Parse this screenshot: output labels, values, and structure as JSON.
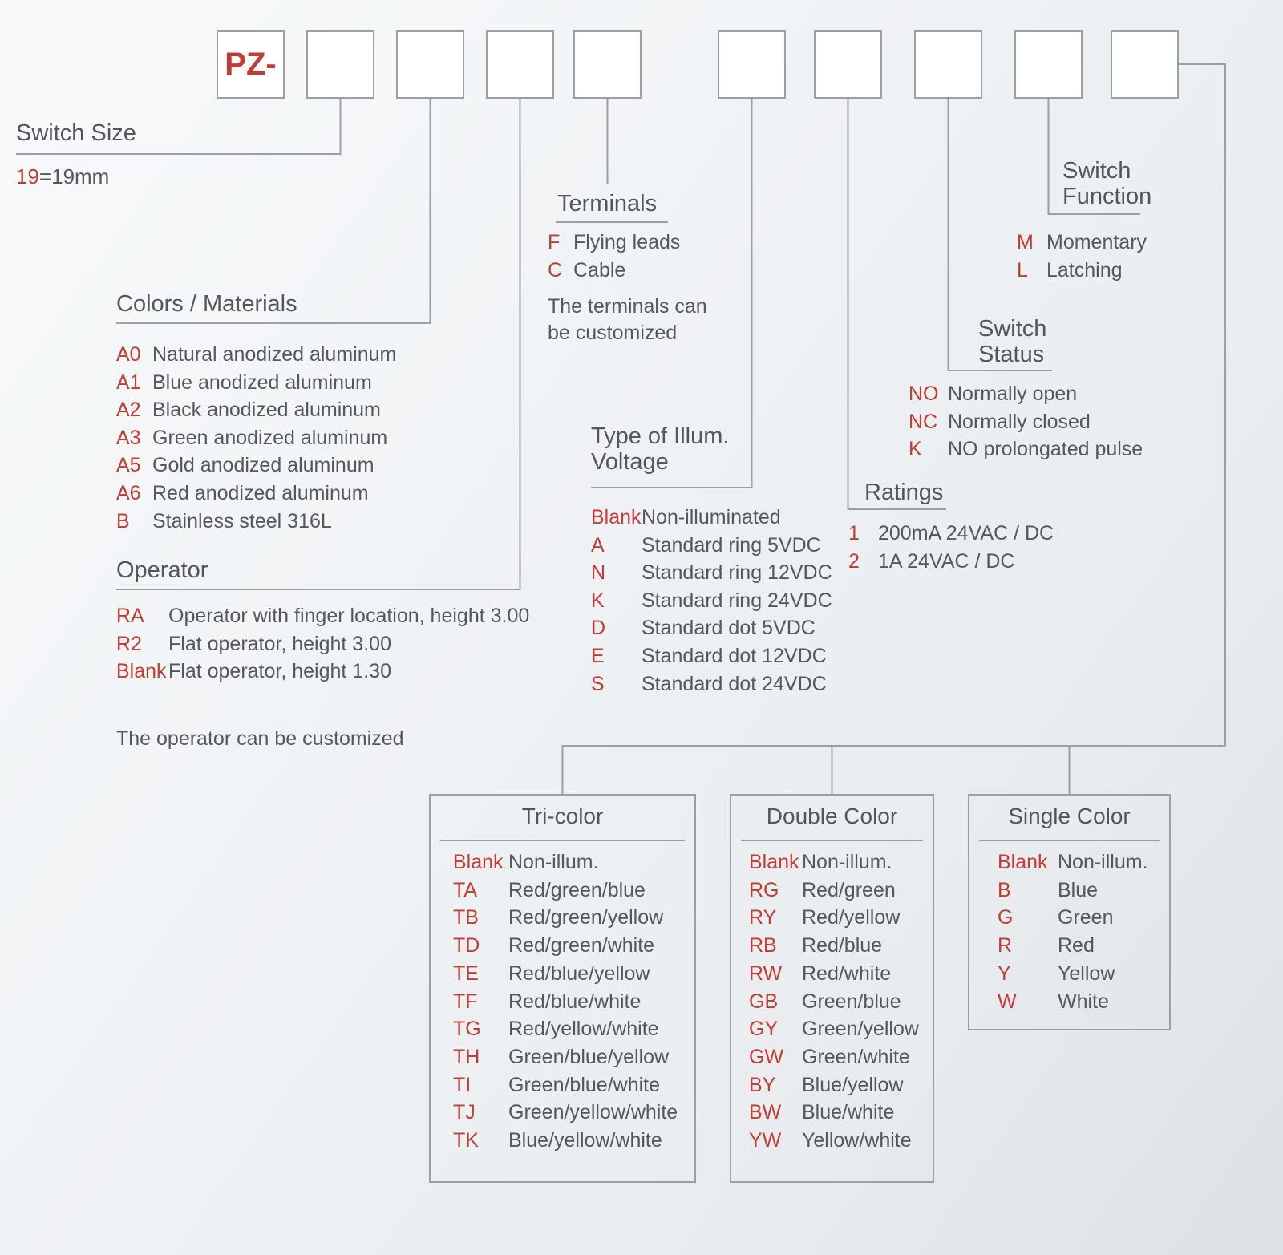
{
  "colors": {
    "accent": "#c43b33",
    "text": "#54575c",
    "line": "#9ba0a5",
    "box_fill": "#ffffff"
  },
  "prefix_label": "PZ-",
  "switch_size": {
    "title": "Switch Size",
    "code": "19",
    "desc": "=19mm"
  },
  "colors_materials": {
    "title": "Colors / Materials",
    "items": [
      {
        "code": "A0",
        "desc": "Natural anodized aluminum"
      },
      {
        "code": "A1",
        "desc": "Blue anodized aluminum"
      },
      {
        "code": "A2",
        "desc": "Black anodized aluminum"
      },
      {
        "code": "A3",
        "desc": "Green anodized aluminum"
      },
      {
        "code": "A5",
        "desc": "Gold anodized aluminum"
      },
      {
        "code": "A6",
        "desc": "Red anodized aluminum"
      },
      {
        "code": "B",
        "desc": "Stainless steel 316L"
      }
    ]
  },
  "operator": {
    "title": "Operator",
    "items": [
      {
        "code": "RA",
        "desc": "Operator with finger location, height 3.00"
      },
      {
        "code": "R2",
        "desc": "Flat operator, height 3.00"
      },
      {
        "code": "Blank",
        "desc": "Flat operator, height 1.30"
      }
    ],
    "note": "The operator can be customized"
  },
  "terminals": {
    "title": "Terminals",
    "items": [
      {
        "code": "F",
        "desc": "Flying leads"
      },
      {
        "code": "C",
        "desc": "Cable"
      }
    ],
    "note": "The terminals can be customized"
  },
  "illumination": {
    "title_line1": "Type of Illum.",
    "title_line2": "Voltage",
    "items": [
      {
        "code": "Blank",
        "desc": "Non-illuminated"
      },
      {
        "code": "A",
        "desc": "Standard ring 5VDC"
      },
      {
        "code": "N",
        "desc": "Standard ring 12VDC"
      },
      {
        "code": "K",
        "desc": "Standard ring 24VDC"
      },
      {
        "code": "D",
        "desc": "Standard dot 5VDC"
      },
      {
        "code": "E",
        "desc": "Standard dot 12VDC"
      },
      {
        "code": "S",
        "desc": "Standard dot 24VDC"
      }
    ]
  },
  "ratings": {
    "title": "Ratings",
    "items": [
      {
        "code": "1",
        "desc": "200mA 24VAC / DC"
      },
      {
        "code": "2",
        "desc": "1A 24VAC / DC"
      }
    ]
  },
  "switch_status": {
    "title_line1": "Switch",
    "title_line2": "Status",
    "items": [
      {
        "code": "NO",
        "desc": "Normally open"
      },
      {
        "code": "NC",
        "desc": "Normally closed"
      },
      {
        "code": "K",
        "desc": "NO prolongated pulse"
      }
    ]
  },
  "switch_function": {
    "title_line1": "Switch",
    "title_line2": "Function",
    "items": [
      {
        "code": "M",
        "desc": "Momentary"
      },
      {
        "code": "L",
        "desc": "Latching"
      }
    ]
  },
  "tri_color": {
    "title": "Tri-color",
    "items": [
      {
        "code": "Blank",
        "desc": "Non-illum."
      },
      {
        "code": "TA",
        "desc": "Red/green/blue"
      },
      {
        "code": "TB",
        "desc": "Red/green/yellow"
      },
      {
        "code": "TD",
        "desc": "Red/green/white"
      },
      {
        "code": "TE",
        "desc": "Red/blue/yellow"
      },
      {
        "code": "TF",
        "desc": "Red/blue/white"
      },
      {
        "code": "TG",
        "desc": "Red/yellow/white"
      },
      {
        "code": "TH",
        "desc": "Green/blue/yellow"
      },
      {
        "code": "TI",
        "desc": "Green/blue/white"
      },
      {
        "code": "TJ",
        "desc": "Green/yellow/white"
      },
      {
        "code": "TK",
        "desc": "Blue/yellow/white"
      }
    ]
  },
  "double_color": {
    "title": "Double Color",
    "items": [
      {
        "code": "Blank",
        "desc": "Non-illum."
      },
      {
        "code": "RG",
        "desc": "Red/green"
      },
      {
        "code": "RY",
        "desc": "Red/yellow"
      },
      {
        "code": "RB",
        "desc": "Red/blue"
      },
      {
        "code": "RW",
        "desc": "Red/white"
      },
      {
        "code": "GB",
        "desc": "Green/blue"
      },
      {
        "code": "GY",
        "desc": "Green/yellow"
      },
      {
        "code": "GW",
        "desc": "Green/white"
      },
      {
        "code": "BY",
        "desc": "Blue/yellow"
      },
      {
        "code": "BW",
        "desc": "Blue/white"
      },
      {
        "code": "YW",
        "desc": "Yellow/white"
      }
    ]
  },
  "single_color": {
    "title": "Single Color",
    "items": [
      {
        "code": "Blank",
        "desc": "Non-illum."
      },
      {
        "code": "B",
        "desc": "Blue"
      },
      {
        "code": "G",
        "desc": "Green"
      },
      {
        "code": "R",
        "desc": "Red"
      },
      {
        "code": "Y",
        "desc": "Yellow"
      },
      {
        "code": "W",
        "desc": "White"
      }
    ]
  }
}
